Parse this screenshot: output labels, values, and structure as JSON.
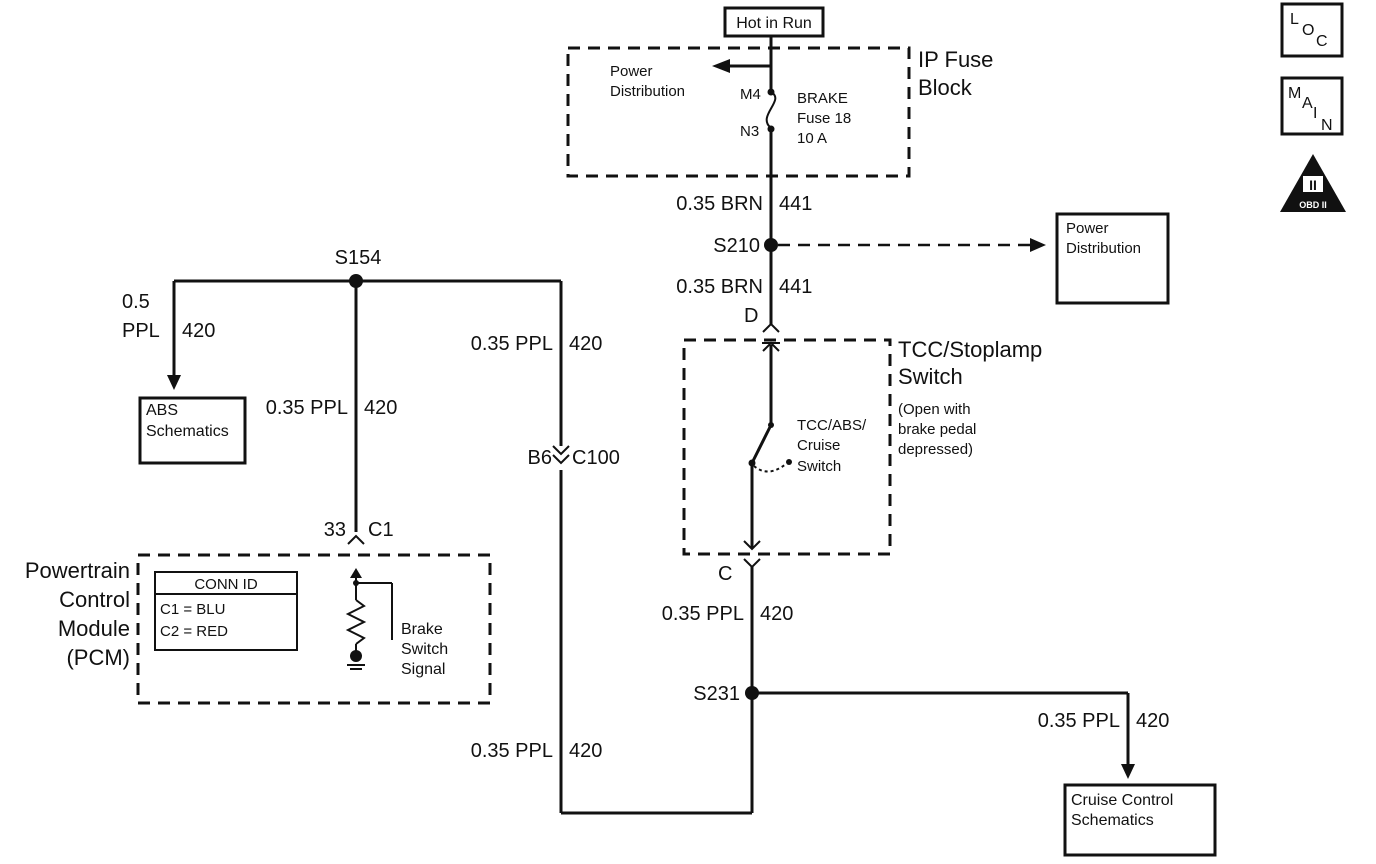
{
  "hot_in_run": "Hot in Run",
  "ip_fuse_block": {
    "line1": "IP Fuse",
    "line2": "Block"
  },
  "power_distribution_inner": {
    "line1": "Power",
    "line2": "Distribution"
  },
  "fuse": {
    "pin_m4": "M4",
    "pin_n3": "N3",
    "name": "BRAKE",
    "number": "Fuse 18",
    "rating": "10 A"
  },
  "wire_brn_1": {
    "gauge": "0.35 BRN",
    "circuit": "441"
  },
  "splice_s210": "S210",
  "power_distribution_box": {
    "line1": "Power",
    "line2": "Distribution"
  },
  "wire_brn_2": {
    "gauge": "0.35 BRN",
    "circuit": "441"
  },
  "pin_d": "D",
  "tcc_switch": {
    "line1": "TCC/Stoplamp",
    "line2": "Switch",
    "note1": "(Open with",
    "note2": "brake pedal",
    "note3": "depressed)"
  },
  "inner_switch": {
    "line1": "TCC/ABS/",
    "line2": "Cruise",
    "line3": "Switch"
  },
  "pin_c": "C",
  "wire_ppl_c": {
    "gauge": "0.35 PPL",
    "circuit": "420"
  },
  "splice_s231": "S231",
  "wire_ppl_cruise": {
    "gauge": "0.35 PPL",
    "circuit": "420"
  },
  "cruise_box": {
    "line1": "Cruise Control",
    "line2": "Schematics"
  },
  "wire_ppl_bottom": {
    "gauge": "0.35 PPL",
    "circuit": "420"
  },
  "splice_s154": "S154",
  "wire_abs": {
    "gauge": "0.5",
    "color": "PPL",
    "circuit": "420"
  },
  "abs_box": {
    "line1": "ABS",
    "line2": "Schematics"
  },
  "wire_ppl_pcm": {
    "gauge": "0.35 PPL",
    "circuit": "420"
  },
  "wire_ppl_right": {
    "gauge": "0.35 PPL",
    "circuit": "420"
  },
  "connector_c100": {
    "pin": "B6",
    "name": "C100"
  },
  "pcm_connector": {
    "pin": "33",
    "name": "C1"
  },
  "pcm": {
    "line1": "Powertrain",
    "line2": "Control",
    "line3": "Module",
    "line4": "(PCM)"
  },
  "conn_id_table": {
    "header": "CONN ID",
    "row1": "C1 = BLU",
    "row2": "C2 = RED"
  },
  "brake_signal": {
    "line1": "Brake",
    "line2": "Switch",
    "line3": "Signal"
  },
  "side_icons": {
    "loc": "LOC",
    "main": "MAIN",
    "obd": "OBD II"
  }
}
